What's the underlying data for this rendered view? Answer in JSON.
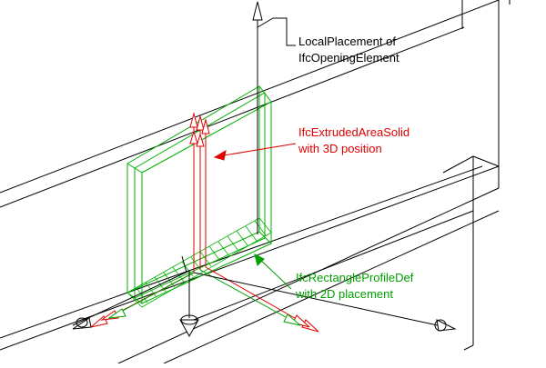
{
  "annotations": {
    "local_placement": {
      "line1": "LocalPlacement of",
      "line2": "IfcOpeningElement",
      "color": "#000000"
    },
    "extruded_area_solid": {
      "line1": "IfcExtrudedAreaSolid",
      "line2": "with 3D position",
      "color": "#e00000"
    },
    "rectangle_profile_def": {
      "line1": "IfcRectangleProfileDef",
      "line2": "with 2D placement",
      "color": "#00a000"
    }
  },
  "colors": {
    "wall_lines": "#000000",
    "profile_green": "#00b000",
    "extrusion_red": "#e00000"
  }
}
